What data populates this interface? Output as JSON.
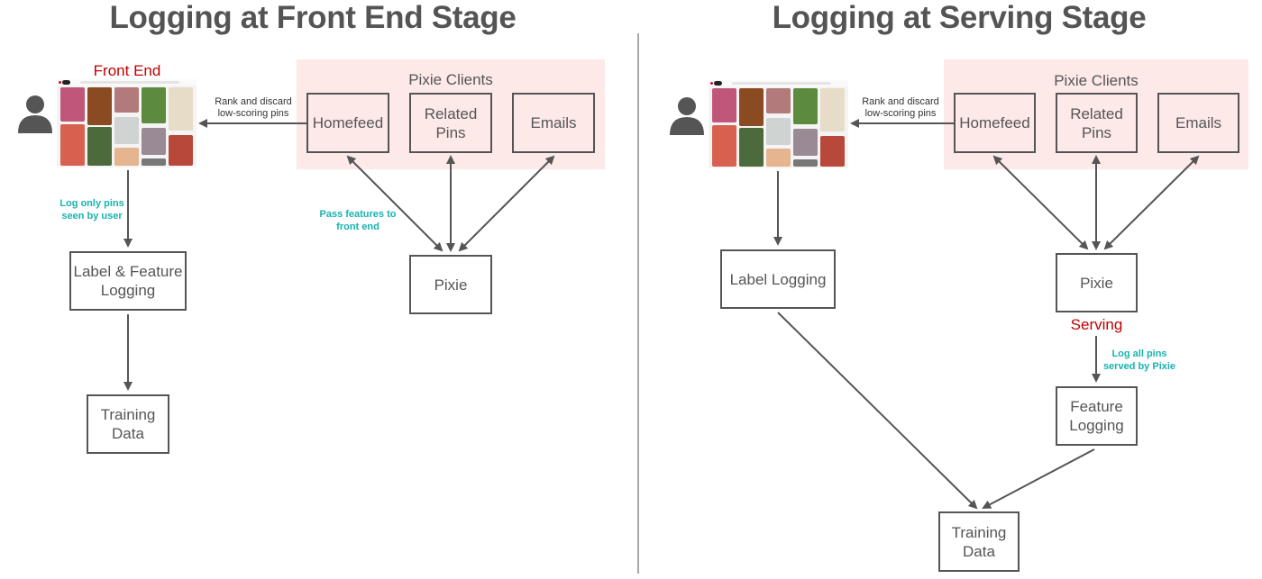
{
  "left": {
    "title": "Logging at Front End Stage",
    "front_end_label": "Front End",
    "pixie_clients_label": "Pixie Clients",
    "clients": [
      "Homefeed",
      "Related\nPins",
      "Emails"
    ],
    "rank_label": "Rank and discard\nlow-scoring pins",
    "pass_features_label": "Pass features to\nfront end",
    "log_only_label": "Log only pins\nseen by user",
    "pixie_label": "Pixie",
    "label_feature_logging": "Label & Feature\nLogging",
    "training_data": "Training\nData"
  },
  "right": {
    "title": "Logging at Serving Stage",
    "pixie_clients_label": "Pixie Clients",
    "clients": [
      "Homefeed",
      "Related\nPins",
      "Emails"
    ],
    "rank_label": "Rank and discard\nlow-scoring pins",
    "pixie_label": "Pixie",
    "serving_label": "Serving",
    "log_all_label": "Log all pins\nserved by Pixie",
    "label_logging": "Label Logging",
    "feature_logging": "Feature\nLogging",
    "training_data": "Training\nData"
  },
  "icons": {
    "user": "user-icon",
    "feed": "pin-feed-screenshot"
  },
  "colors": {
    "accent_red": "#c00000",
    "accent_teal": "#17b3b0",
    "group_fill": "#fde9e8",
    "line": "#555555"
  }
}
